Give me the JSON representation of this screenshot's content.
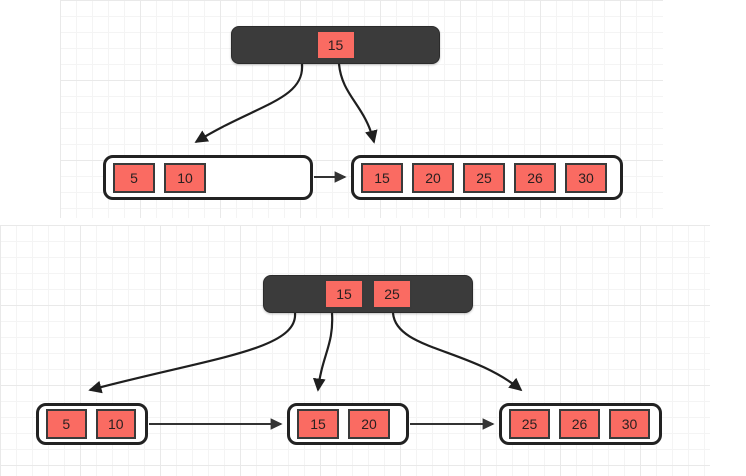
{
  "diagrams": [
    {
      "id": "before-split",
      "root": {
        "keys": [
          "15"
        ]
      },
      "leaves": [
        {
          "id": "leaf-left",
          "keys": [
            "5",
            "10"
          ]
        },
        {
          "id": "leaf-right",
          "keys": [
            "15",
            "20",
            "25",
            "26",
            "30"
          ]
        }
      ]
    },
    {
      "id": "after-split",
      "root": {
        "keys": [
          "15",
          "25"
        ]
      },
      "leaves": [
        {
          "id": "leaf-left",
          "keys": [
            "5",
            "10"
          ]
        },
        {
          "id": "leaf-mid",
          "keys": [
            "15",
            "20"
          ]
        },
        {
          "id": "leaf-right",
          "keys": [
            "25",
            "26",
            "30"
          ]
        }
      ]
    }
  ],
  "colors": {
    "key_fill": "#fa6b62",
    "key_border": "#3a3a3a",
    "internal_node_fill": "#3b3b3b",
    "leaf_node_fill": "#ffffff",
    "leaf_node_border": "#222222",
    "edge_stroke": "#1f1f1f",
    "grid_minor": "#f4f4f4",
    "grid_major": "#e9e9e9",
    "page_background": "#ffffff"
  }
}
